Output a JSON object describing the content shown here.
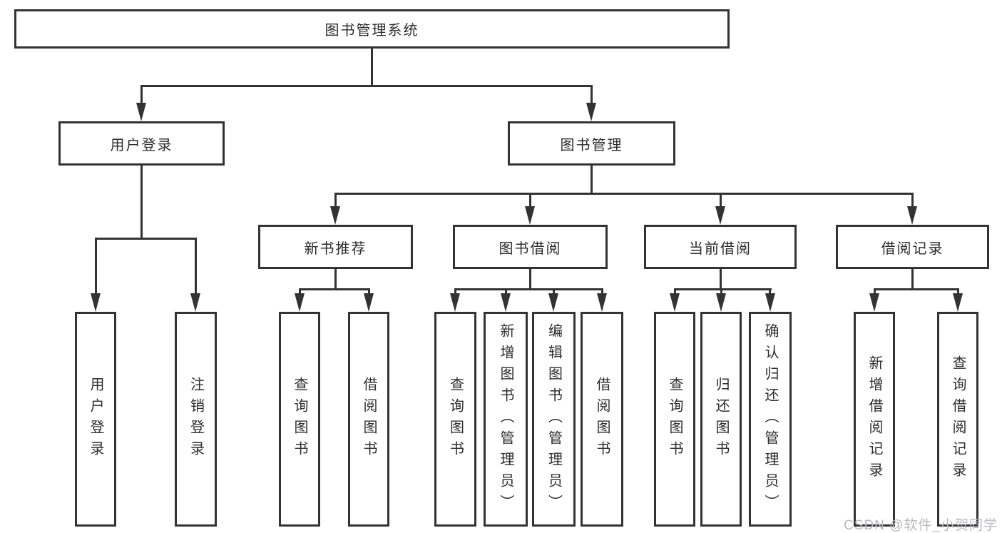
{
  "colors": {
    "line": "#333333",
    "text": "#2d2d2d",
    "background": "#ffffff",
    "watermark": "#b9b9be"
  },
  "watermark": {
    "text": "CSDN @软件_小贺同学"
  },
  "tree": {
    "label": "图书管理系统",
    "children": [
      {
        "label": "用户登录",
        "children": [
          {
            "label": "用户登录"
          },
          {
            "label": "注销登录"
          }
        ]
      },
      {
        "label": "图书管理",
        "children": [
          {
            "label": "新书推荐",
            "children": [
              {
                "label": "查询图书"
              },
              {
                "label": "借阅图书"
              }
            ]
          },
          {
            "label": "图书借阅",
            "children": [
              {
                "label": "查询图书"
              },
              {
                "label": "新增图书（管理员）"
              },
              {
                "label": "编辑图书（管理员）"
              },
              {
                "label": "借阅图书"
              }
            ]
          },
          {
            "label": "当前借阅",
            "children": [
              {
                "label": "查询图书"
              },
              {
                "label": "归还图书"
              },
              {
                "label": "确认归还（管理员）"
              }
            ]
          },
          {
            "label": "借阅记录",
            "children": [
              {
                "label": "新增借阅记录"
              },
              {
                "label": "查询借阅记录"
              }
            ]
          }
        ]
      }
    ]
  }
}
